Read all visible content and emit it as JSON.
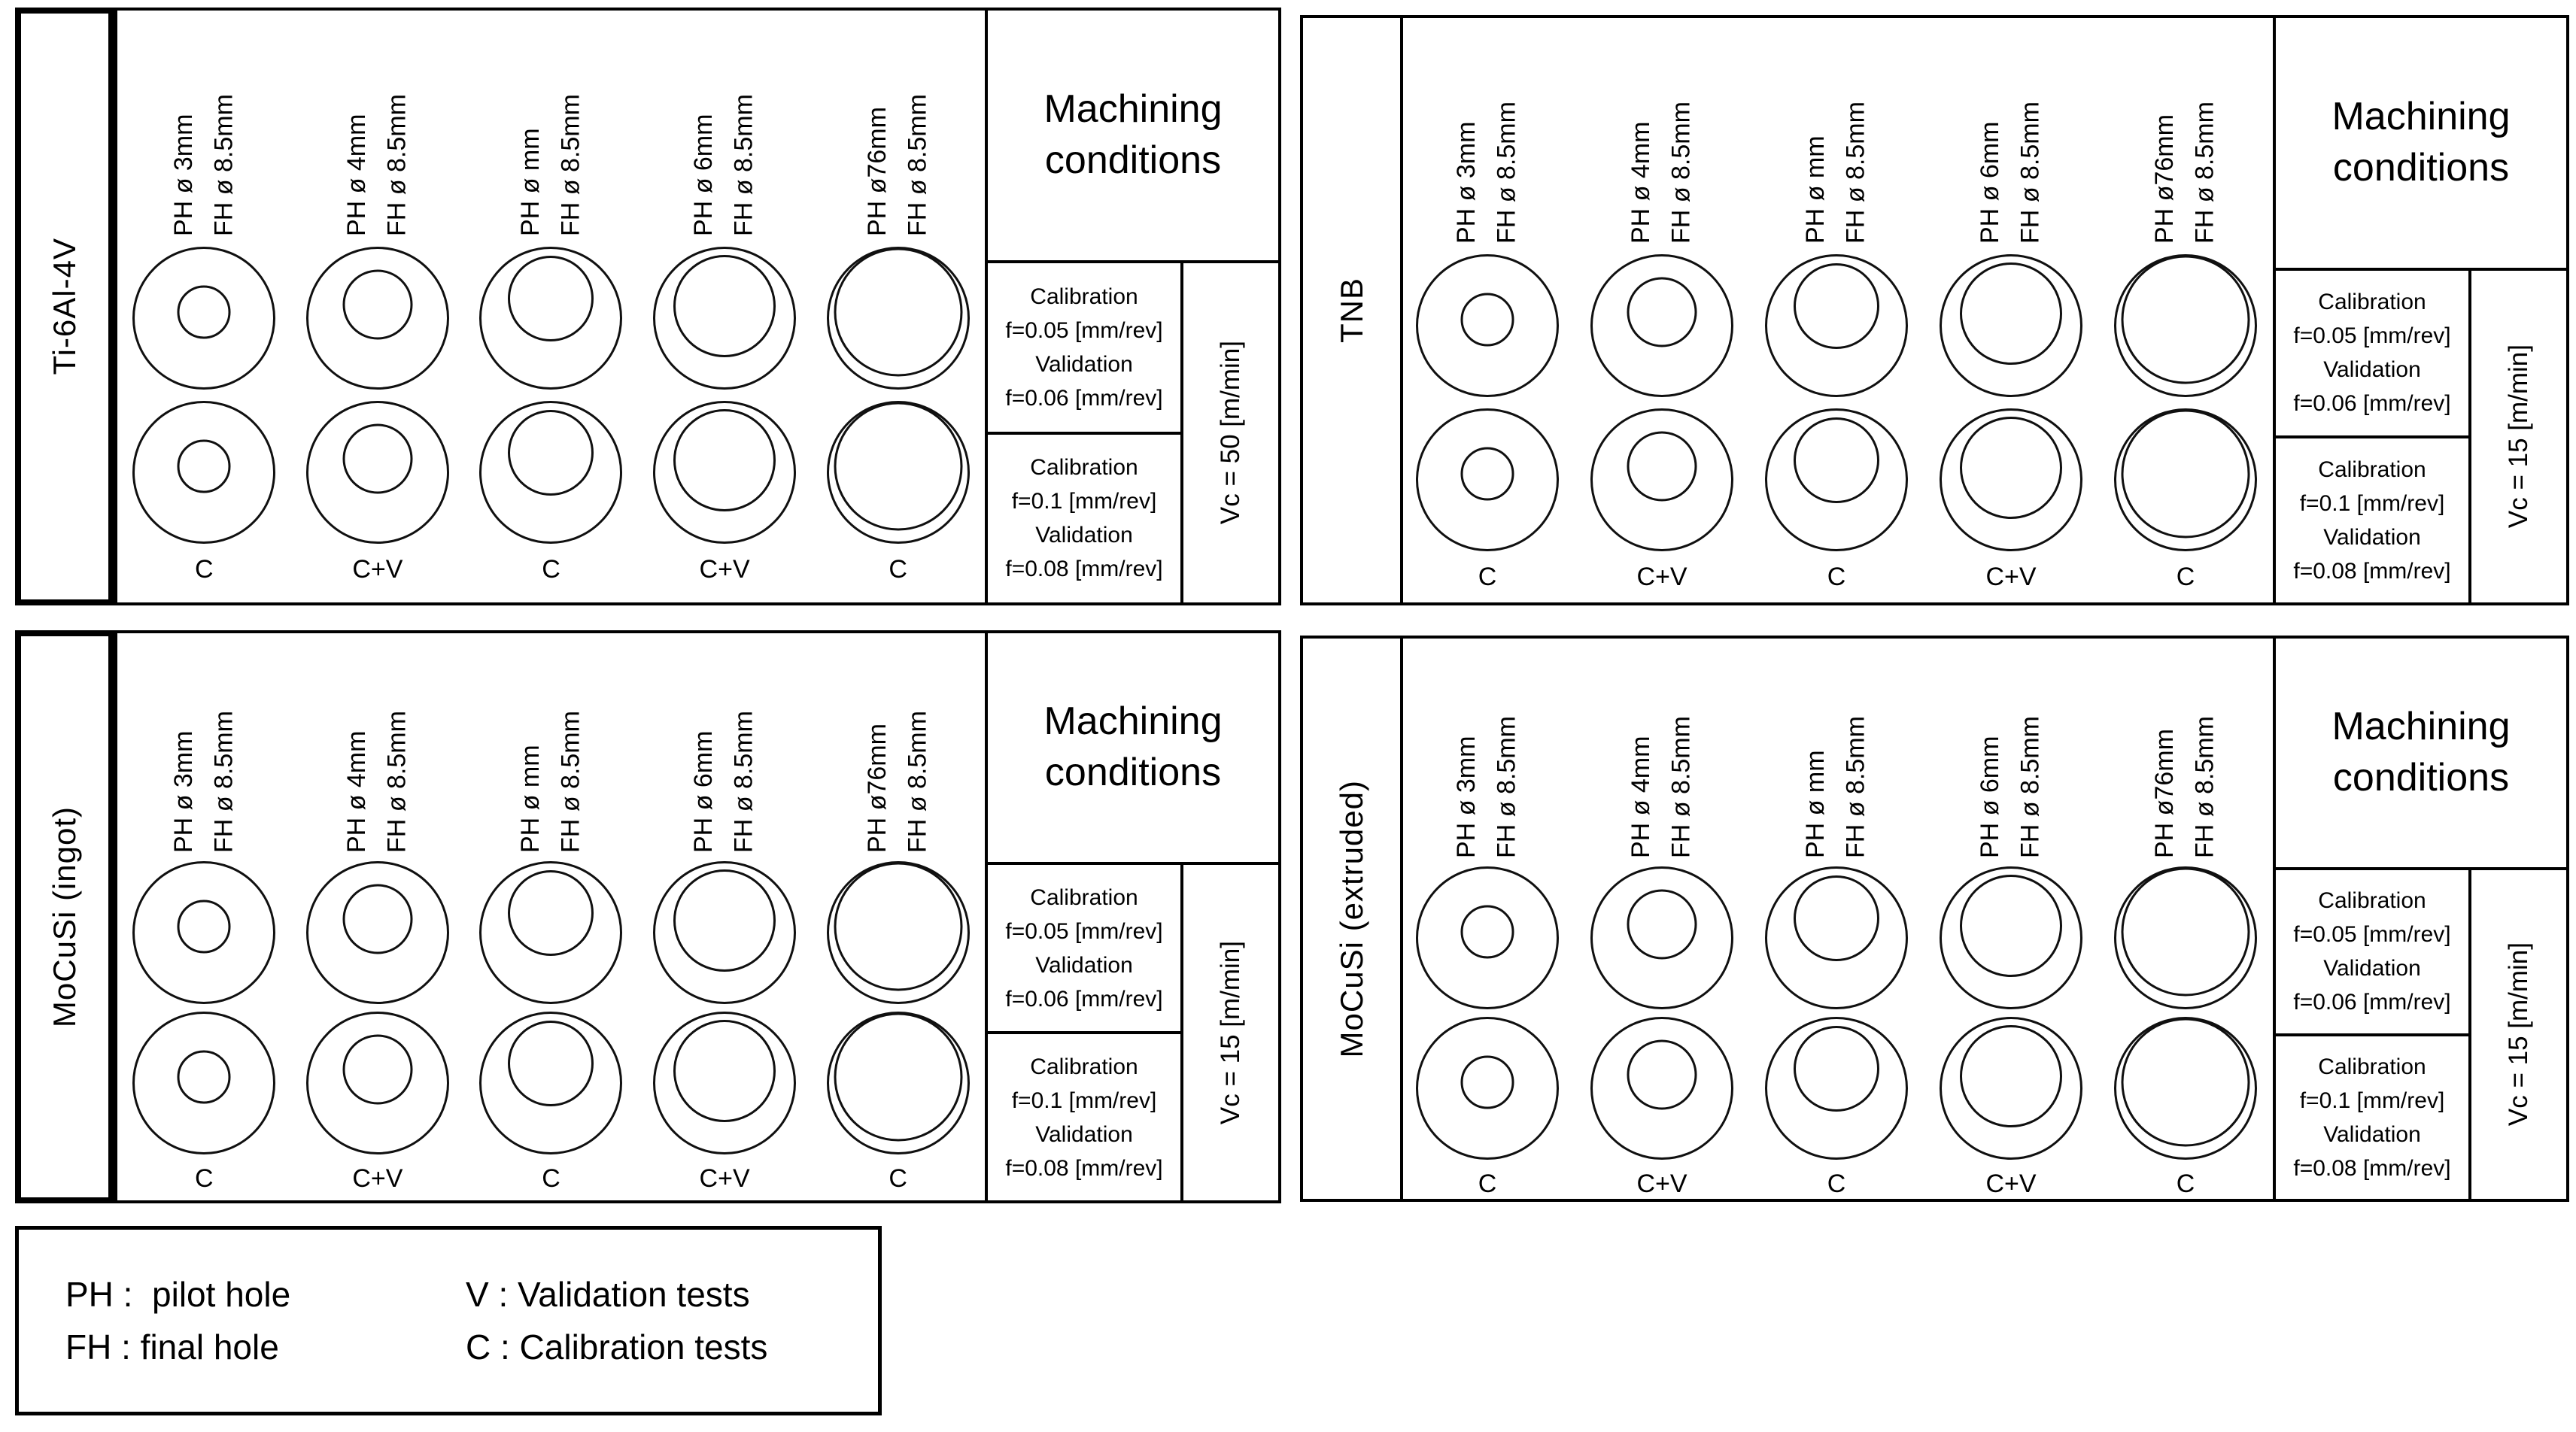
{
  "panels": [
    {
      "material": "Ti-6Al-4V",
      "machining_title": "Machining conditions",
      "vc_label": "Vc = 50 [m/min]",
      "condition_rows": [
        {
          "lines": [
            "Calibration",
            "f=0.05 [mm/rev]",
            "Validation",
            "f=0.06 [mm/rev]"
          ]
        },
        {
          "lines": [
            "Calibration",
            "f=0.1 [mm/rev]",
            "Validation",
            "f=0.08 [mm/rev]"
          ]
        }
      ],
      "columns": [
        {
          "ph": "PH ø 3mm",
          "fh": "FH ø 8.5mm",
          "pilot_d_mm": 3,
          "final_d_mm": 8.5,
          "test": "C"
        },
        {
          "ph": "PH ø 4mm",
          "fh": "FH ø 8.5mm",
          "pilot_d_mm": 4,
          "final_d_mm": 8.5,
          "test": "C+V"
        },
        {
          "ph": "PH ø mm",
          "fh": "FH ø 8.5mm",
          "pilot_d_mm": 5,
          "final_d_mm": 8.5,
          "test": "C"
        },
        {
          "ph": "PH ø 6mm",
          "fh": "FH ø 8.5mm",
          "pilot_d_mm": 6,
          "final_d_mm": 8.5,
          "test": "C+V"
        },
        {
          "ph": "PH ø76mm",
          "fh": "FH ø 8.5mm",
          "pilot_d_mm": 7.6,
          "final_d_mm": 8.5,
          "test": "C"
        }
      ]
    },
    {
      "material": "TNB",
      "machining_title": "Machining conditions",
      "vc_label": "Vc = 15 [m/min]",
      "condition_rows": [
        {
          "lines": [
            "Calibration",
            "f=0.05 [mm/rev]",
            "Validation",
            "f=0.06 [mm/rev]"
          ]
        },
        {
          "lines": [
            "Calibration",
            "f=0.1 [mm/rev]",
            "Validation",
            "f=0.08 [mm/rev]"
          ]
        }
      ],
      "columns": [
        {
          "ph": "PH ø 3mm",
          "fh": "FH ø 8.5mm",
          "pilot_d_mm": 3,
          "final_d_mm": 8.5,
          "test": "C"
        },
        {
          "ph": "PH ø 4mm",
          "fh": "FH ø 8.5mm",
          "pilot_d_mm": 4,
          "final_d_mm": 8.5,
          "test": "C+V"
        },
        {
          "ph": "PH ø mm",
          "fh": "FH ø 8.5mm",
          "pilot_d_mm": 5,
          "final_d_mm": 8.5,
          "test": "C"
        },
        {
          "ph": "PH ø 6mm",
          "fh": "FH ø 8.5mm",
          "pilot_d_mm": 6,
          "final_d_mm": 8.5,
          "test": "C+V"
        },
        {
          "ph": "PH ø76mm",
          "fh": "FH ø 8.5mm",
          "pilot_d_mm": 7.6,
          "final_d_mm": 8.5,
          "test": "C"
        }
      ]
    },
    {
      "material": "MoCuSi (ingot)",
      "machining_title": "Machining conditions",
      "vc_label": "Vc = 15 [m/min]",
      "condition_rows": [
        {
          "lines": [
            "Calibration",
            "f=0.05 [mm/rev]",
            "Validation",
            "f=0.06 [mm/rev]"
          ]
        },
        {
          "lines": [
            "Calibration",
            "f=0.1 [mm/rev]",
            "Validation",
            "f=0.08 [mm/rev]"
          ]
        }
      ],
      "columns": [
        {
          "ph": "PH ø 3mm",
          "fh": "FH ø 8.5mm",
          "pilot_d_mm": 3,
          "final_d_mm": 8.5,
          "test": "C"
        },
        {
          "ph": "PH ø 4mm",
          "fh": "FH ø 8.5mm",
          "pilot_d_mm": 4,
          "final_d_mm": 8.5,
          "test": "C+V"
        },
        {
          "ph": "PH ø mm",
          "fh": "FH ø 8.5mm",
          "pilot_d_mm": 5,
          "final_d_mm": 8.5,
          "test": "C"
        },
        {
          "ph": "PH ø 6mm",
          "fh": "FH ø 8.5mm",
          "pilot_d_mm": 6,
          "final_d_mm": 8.5,
          "test": "C+V"
        },
        {
          "ph": "PH ø76mm",
          "fh": "FH ø 8.5mm",
          "pilot_d_mm": 7.6,
          "final_d_mm": 8.5,
          "test": "C"
        }
      ]
    },
    {
      "material": "MoCuSi (extruded)",
      "machining_title": "Machining conditions",
      "vc_label": "Vc = 15 [m/min]",
      "condition_rows": [
        {
          "lines": [
            "Calibration",
            "f=0.05 [mm/rev]",
            "Validation",
            "f=0.06 [mm/rev]"
          ]
        },
        {
          "lines": [
            "Calibration",
            "f=0.1 [mm/rev]",
            "Validation",
            "f=0.08 [mm/rev]"
          ]
        }
      ],
      "columns": [
        {
          "ph": "PH ø 3mm",
          "fh": "FH ø 8.5mm",
          "pilot_d_mm": 3,
          "final_d_mm": 8.5,
          "test": "C"
        },
        {
          "ph": "PH ø 4mm",
          "fh": "FH ø 8.5mm",
          "pilot_d_mm": 4,
          "final_d_mm": 8.5,
          "test": "C+V"
        },
        {
          "ph": "PH ø mm",
          "fh": "FH ø 8.5mm",
          "pilot_d_mm": 5,
          "final_d_mm": 8.5,
          "test": "C"
        },
        {
          "ph": "PH ø 6mm",
          "fh": "FH ø 8.5mm",
          "pilot_d_mm": 6,
          "final_d_mm": 8.5,
          "test": "C+V"
        },
        {
          "ph": "PH ø76mm",
          "fh": "FH ø 8.5mm",
          "pilot_d_mm": 7.6,
          "final_d_mm": 8.5,
          "test": "C"
        }
      ]
    }
  ],
  "legend": {
    "rows": [
      {
        "left": "PH :  pilot hole",
        "right": "V : Validation tests"
      },
      {
        "left": "FH : final hole",
        "right": "C : Calibration tests"
      }
    ]
  }
}
